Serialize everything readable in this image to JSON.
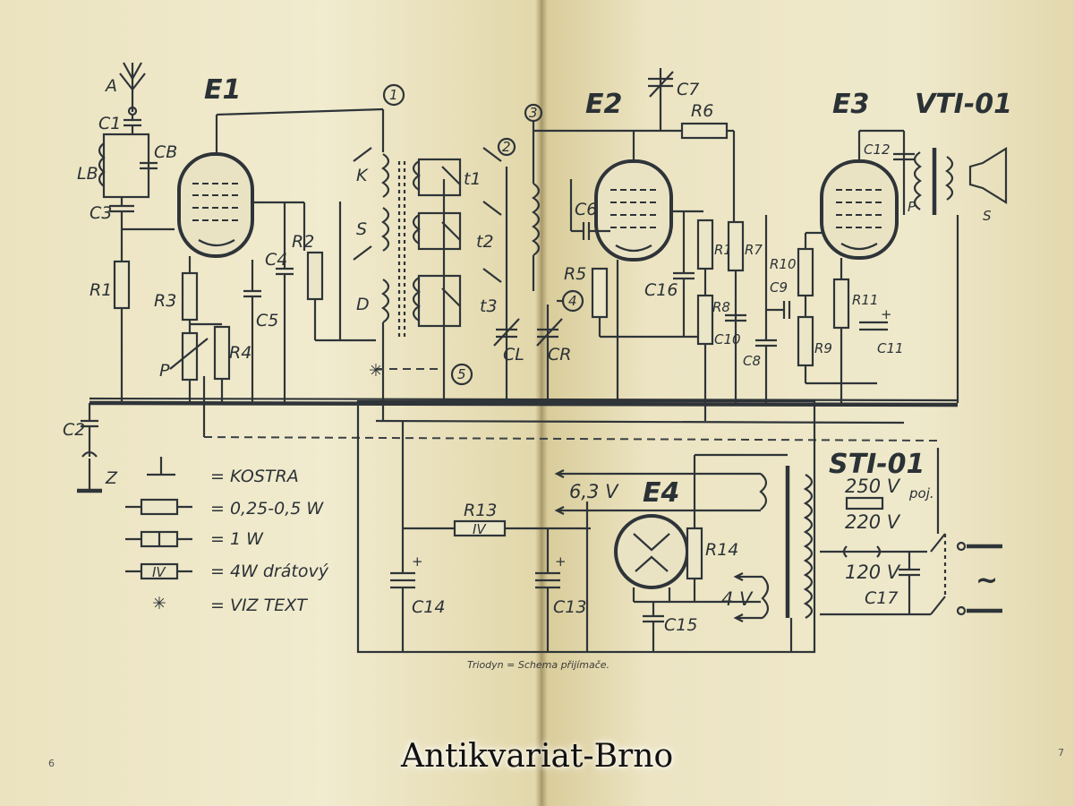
{
  "labels": {
    "antenna": "A",
    "tubes": [
      "E1",
      "E2",
      "E3",
      "E4"
    ],
    "speaker_transformer": "VTI-01",
    "power_transformer": "STI-01",
    "capacitors": [
      "C1",
      "C2",
      "C3",
      "C4",
      "C5",
      "C6",
      "C7",
      "C8",
      "C9",
      "C10",
      "C11",
      "C12",
      "C13",
      "C14",
      "C15",
      "C16",
      "C17",
      "CB",
      "CL",
      "CR"
    ],
    "resistors": [
      "R1",
      "R2",
      "R3",
      "R4",
      "R5",
      "R6",
      "R7",
      "R8",
      "R9",
      "R10",
      "R11",
      "R12",
      "R13",
      "R14"
    ],
    "coils": [
      "LB",
      "K",
      "S",
      "D",
      "t1",
      "t2",
      "t3"
    ],
    "other": [
      "P",
      "Z",
      "P",
      "S"
    ],
    "nodes": [
      "1",
      "2",
      "3",
      "4",
      "5"
    ],
    "r13_tag": "IV"
  },
  "legend": [
    {
      "text": "= KOSTRA"
    },
    {
      "text": "= 0,25-0,5 W"
    },
    {
      "text": "= 1 W"
    },
    {
      "text": "= 4W drátový"
    },
    {
      "text": "= VIZ TEXT"
    }
  ],
  "power": {
    "heater": "6,3 V",
    "low": "4 V",
    "taps": [
      "250 V",
      "220 V",
      "120 V"
    ],
    "fuse": "poj.",
    "mains": "~"
  },
  "caption": "Triodyn = Schema přijímače.",
  "watermark": "Antikvariat-Brno",
  "page_numbers": [
    "6",
    "7"
  ]
}
